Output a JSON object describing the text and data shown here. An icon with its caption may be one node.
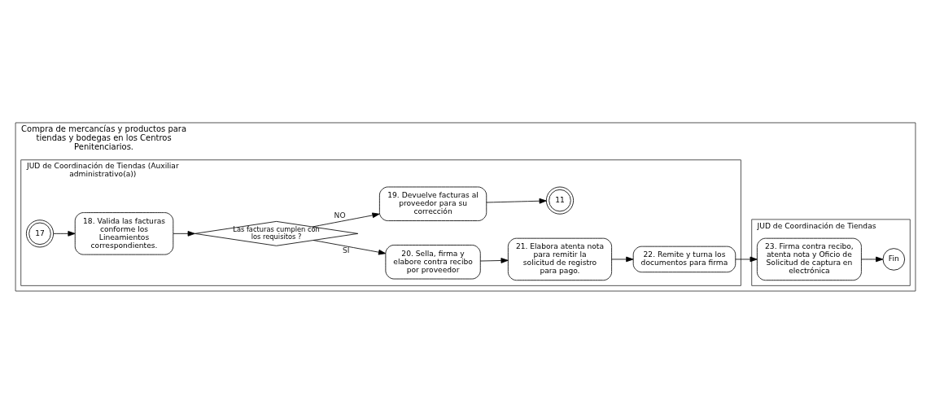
{
  "diagram": {
    "nodes": [
      {
        "text": [
          "Compra de mercancías y productos para tiendas y bodegas en los Centros Penitenciarios."
        ]
      },
      {
        "text": [
          "JUD de Coordinación de Tiendas (Auxiliar administrativo(a))"
        ],
        "in": 0
      },
      {
        "text": [
          "JUD de Coordinación de Tiendas"
        ],
        "in": 0
      },
      {
        "text": [
          "17"
        ],
        "in": 1
      },
      {
        "text": [
          "18. Valida las facturas conforme los Lineamientos correspondientes."
        ],
        "in": 1
      },
      {
        "text": [
          "Las facturas cumplen con los requisitos ?"
        ],
        "in": 1
      },
      {
        "text": [
          "20. Sella, firma y elabore contra recibo por proveedor"
        ],
        "in": 1
      },
      {
        "text": [
          "21. Elabora atenta nota para remitir la solicitud de registro para pago."
        ],
        "in": 1
      },
      {
        "text": [
          "22. Remite y turna los documentos para firma"
        ],
        "in": 1
      },
      {
        "text": [
          "19. Devuelve facturas al proveedor para su corrección"
        ],
        "in": 1
      },
      {
        "text": [
          "11"
        ],
        "in": 1
      },
      {
        "text": [
          "23. Firma contra recibo, atenta nota y Oficio de Solicitud de captura en electrónica"
        ],
        "in": 2
      },
      {
        "text": [
          "Fin"
        ],
        "in": 2
      }
    ],
    "edges": [
      {
        "from": 3,
        "to": 4,
        "arrow": "to"
      },
      {
        "from": 4,
        "to": 5,
        "arrow": "to"
      },
      {
        "from": 5,
        "to": 6,
        "arrow": "to",
        "label": "SI"
      },
      {
        "from": 5,
        "to": 9,
        "arrow": "to",
        "label": "NO"
      },
      {
        "from": 6,
        "to": 7,
        "arrow": "to"
      },
      {
        "from": 7,
        "to": 8,
        "arrow": "to"
      },
      {
        "from": 8,
        "to": 11,
        "arrow": "to"
      },
      {
        "from": 9,
        "to": 10,
        "arrow": "to"
      },
      {
        "from": 11,
        "to": 12,
        "arrow": "to"
      }
    ]
  }
}
